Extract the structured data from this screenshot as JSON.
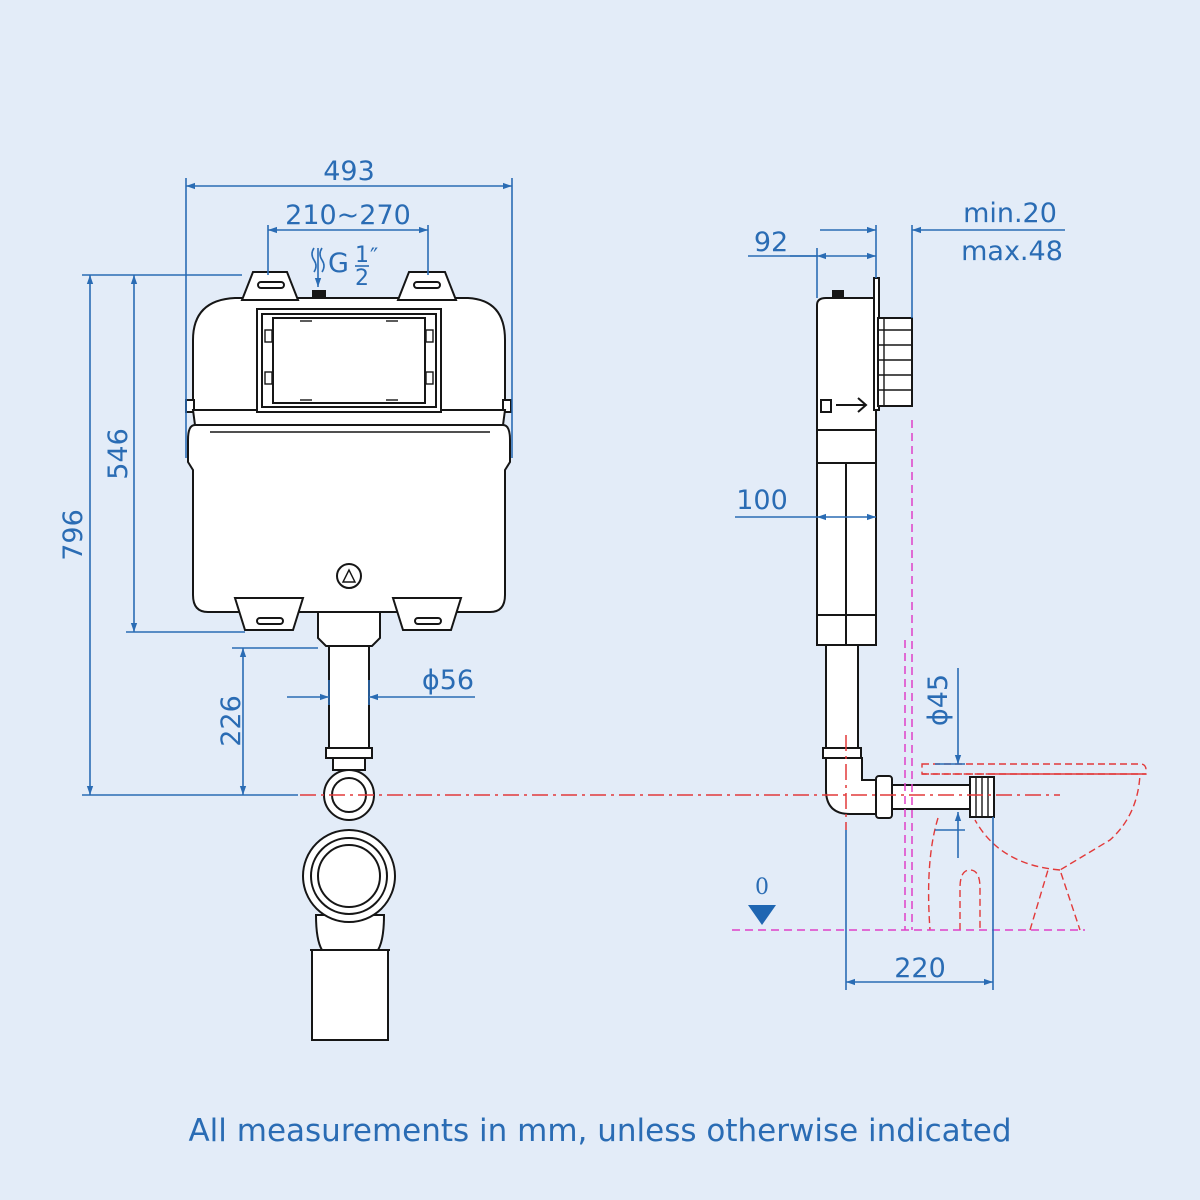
{
  "dimensions": {
    "width_total": "493",
    "bracket_spacing": "210~270",
    "inlet_thread_prefix": "G",
    "inlet_thread_num": "1",
    "inlet_thread_den": "2",
    "inlet_thread_suffix": "″",
    "height_total": "796",
    "height_cistern": "546",
    "height_outlet": "226",
    "outlet_diameter": "ϕ56",
    "side_depth": "92",
    "wall_gap_min": "min.20",
    "wall_gap_max": "max.48",
    "pipe_depth": "100",
    "pan_connector_diameter": "ϕ45",
    "floor_level": "0",
    "pan_offset": "220"
  },
  "caption": "All measurements in mm, unless otherwise indicated",
  "colors": {
    "background": "#e3ecf8",
    "dimension": "#2a6cb4",
    "outline": "#161616",
    "centerline": "#e23a3a",
    "wall_line": "#e040c8"
  }
}
